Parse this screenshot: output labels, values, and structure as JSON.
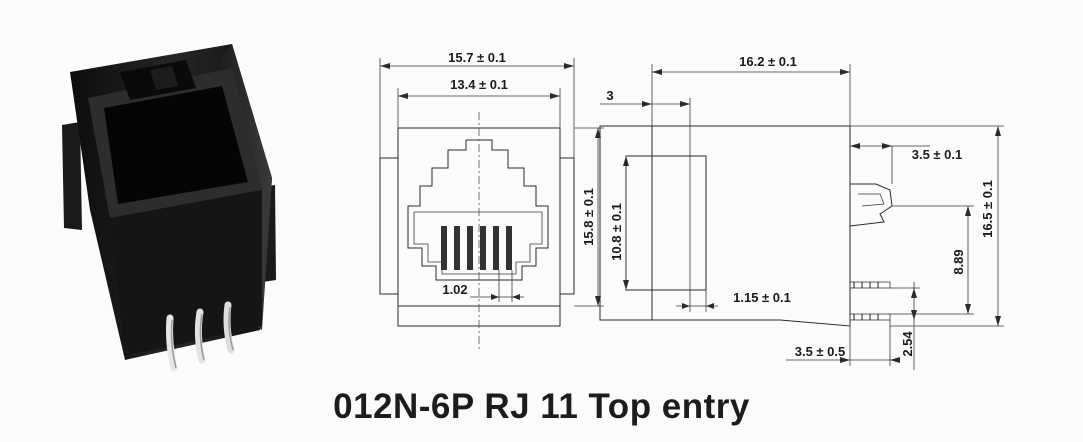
{
  "title": "012N-6P RJ 11 Top entry",
  "front_view": {
    "outer_width": "15.7 ± 0.1",
    "inner_width": "13.4 ± 0.1",
    "height": "15.8 ± 0.1",
    "pin_pitch": "1.02"
  },
  "side_view": {
    "depth": "16.2 ± 0.1",
    "offset": "3",
    "opening_height": "10.8 ± 0.1",
    "clip_offset": "3.5 ± 0.1",
    "total_height": "16.5 ± 0.1",
    "pin_height": "8.89",
    "wall_thickness": "1.15 ± 0.1",
    "pin_spacing": "3.5 ± 0.5",
    "pin_offset": "2.54"
  }
}
